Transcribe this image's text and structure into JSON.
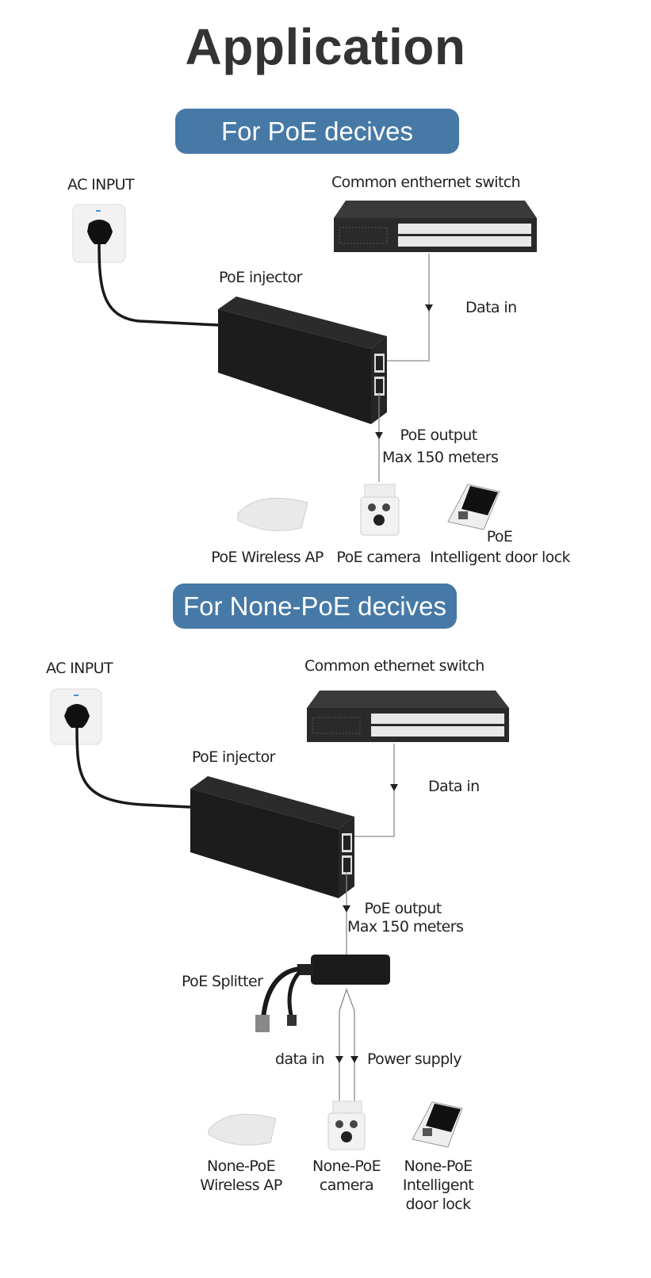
{
  "title": "Application",
  "sections": [
    {
      "banner": "For PoE decives",
      "labels": {
        "ac_input": "AC INPUT",
        "switch": "Common enthernet switch",
        "injector": "PoE injector",
        "data_in": "Data in",
        "poe_output_line1": "PoE output",
        "poe_output_line2": "Max 150 meters"
      },
      "devices": [
        {
          "icon": "wireless-ap-icon",
          "label": "PoE Wireless AP"
        },
        {
          "icon": "camera-icon",
          "label": "PoE camera"
        },
        {
          "icon": "door-lock-icon",
          "label_line1": "PoE",
          "label_line2": "Intelligent door lock"
        }
      ]
    },
    {
      "banner": "For None-PoE decives",
      "labels": {
        "ac_input": "AC INPUT",
        "switch": "Common ethernet switch",
        "injector": "PoE injector",
        "data_in": "Data in",
        "poe_output_line1": "PoE output",
        "poe_output_line2": "Max 150 meters",
        "splitter": "PoE Splitter",
        "data_in_lower": "data in",
        "power_supply": "Power supply"
      },
      "devices": [
        {
          "icon": "wireless-ap-icon",
          "label_line1": "None-PoE",
          "label_line2": "Wireless AP"
        },
        {
          "icon": "camera-icon",
          "label_line1": "None-PoE",
          "label_line2": "camera"
        },
        {
          "icon": "door-lock-icon",
          "label_line1": "None-PoE",
          "label_line2": "Intelligent",
          "label_line3": "door lock"
        }
      ]
    }
  ],
  "colors": {
    "banner": "#4679a6",
    "title": "#333333",
    "device_dark": "#1e1e1e",
    "line": "#8a8a8a"
  }
}
